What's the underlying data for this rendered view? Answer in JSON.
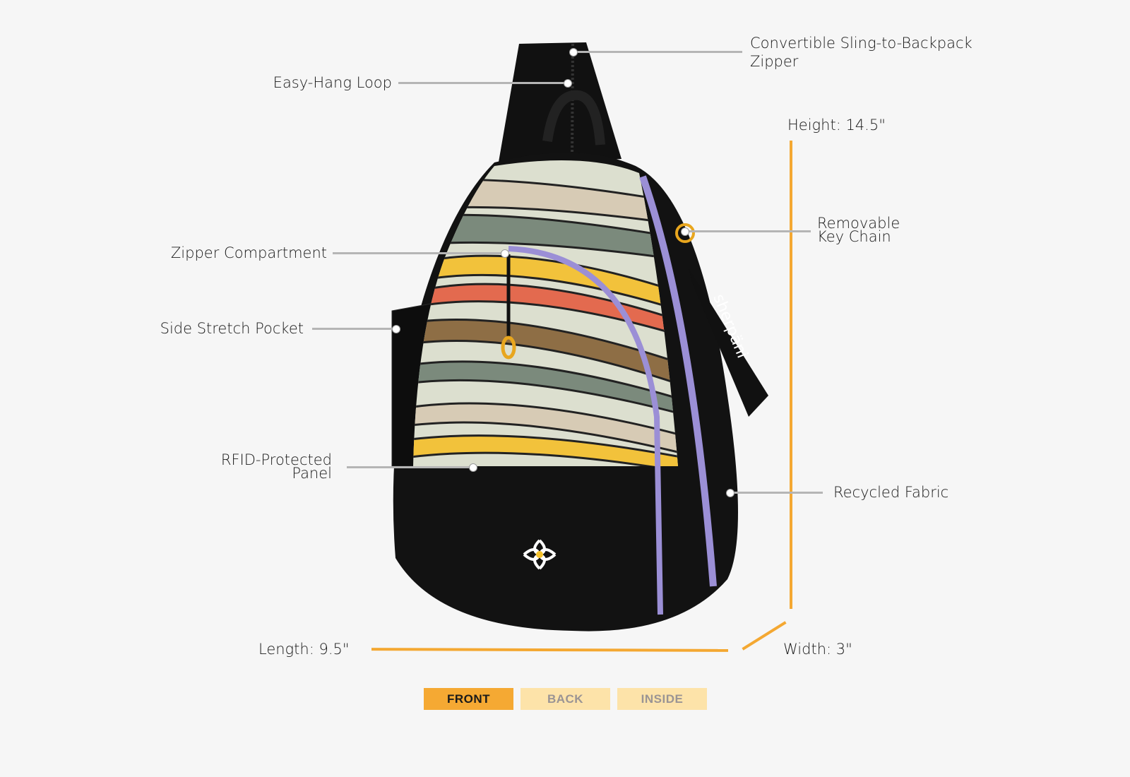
{
  "callouts": {
    "convertible_zipper": [
      "Convertible Sling-to-Backpack",
      "Zipper"
    ],
    "easy_hang_loop": "Easy-Hang Loop",
    "zipper_compartment": "Zipper Compartment",
    "side_stretch_pocket": "Side Stretch Pocket",
    "rfid_panel": [
      "RFID-Protected",
      "Panel"
    ],
    "removable_key_chain": [
      "Removable",
      "Key Chain"
    ],
    "recycled_fabric": "Recycled Fabric"
  },
  "dimensions": {
    "height": "Height: 14.5\"",
    "length": "Length: 9.5\"",
    "width": "Width: 3\""
  },
  "brand": {
    "keychain_text": "sherpäni"
  },
  "view_tabs": [
    {
      "label": "FRONT",
      "active": true
    },
    {
      "label": "BACK",
      "active": false
    },
    {
      "label": "INSIDE",
      "active": false
    }
  ],
  "colors": {
    "accent": "#f5a933",
    "accent_light": "#fde3a9",
    "leader_line": "#b5b5b5"
  }
}
